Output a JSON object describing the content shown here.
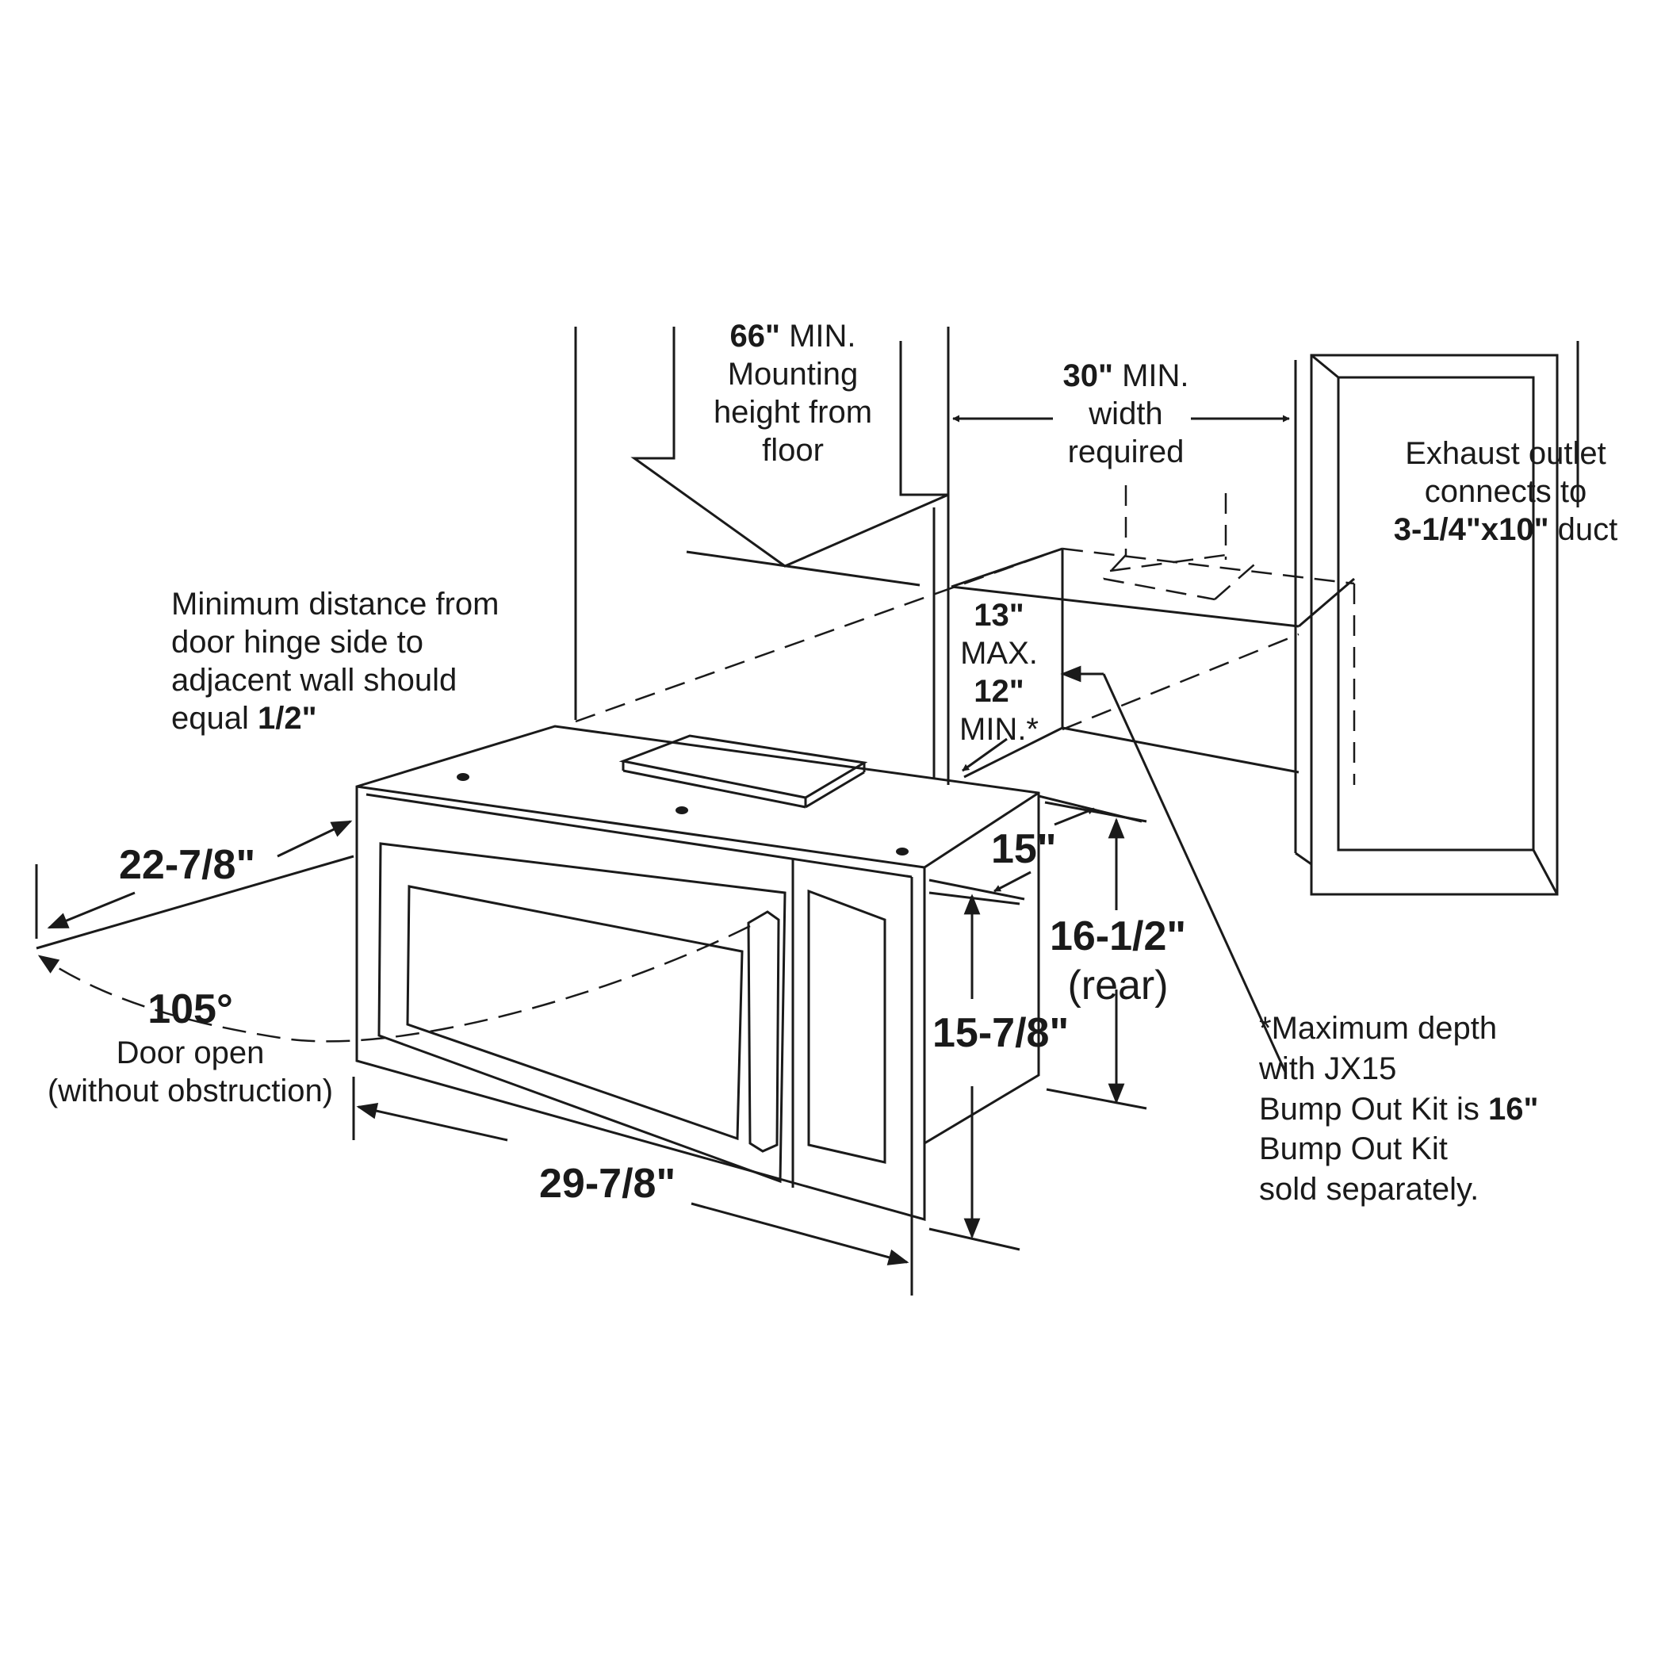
{
  "mounting_height": {
    "value": "66\"",
    "qualifier": "MIN.",
    "line1": "Mounting",
    "line2": "height from",
    "line3": "floor"
  },
  "width_required": {
    "value": "30\"",
    "qualifier": "MIN.",
    "line1": "width",
    "line2": "required"
  },
  "exhaust": {
    "line1": "Exhaust outlet",
    "line2": "connects to",
    "duct_size": "3-1/4\"x10\"",
    "duct_word": "duct"
  },
  "hinge_clearance": {
    "line1": "Minimum distance from",
    "line2": "door hinge side to",
    "line3": "adjacent wall should",
    "line4_prefix": "equal",
    "value": "1/2\""
  },
  "cabinet_depth": {
    "max_value": "13\"",
    "max_word": "MAX.",
    "min_value": "12\"",
    "min_word": "MIN.*"
  },
  "dimensions": {
    "depth_with_door": "22-7/8\"",
    "depth": "15\"",
    "rear_height": "16-1/2\"",
    "rear_note": "(rear)",
    "front_height": "15-7/8\"",
    "width": "29-7/8\""
  },
  "door": {
    "angle": "105°",
    "line1": "Door open",
    "line2": "(without obstruction)"
  },
  "bump_out": {
    "line1": "*Maximum depth",
    "line2": "with JX15",
    "line3_prefix": "Bump Out Kit is",
    "value": "16\"",
    "line4": "Bump Out Kit",
    "line5": "sold separately."
  },
  "colors": {
    "ink": "#1a1a1a",
    "background": "#ffffff"
  }
}
